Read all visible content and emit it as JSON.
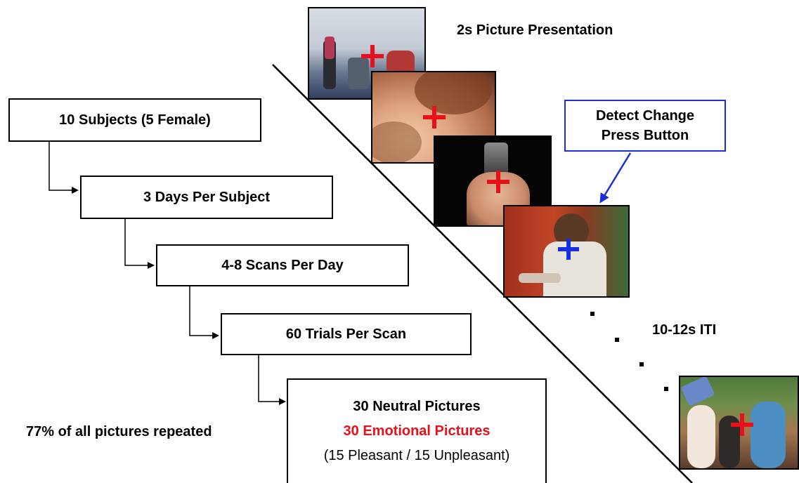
{
  "hierarchy": {
    "subjects": "10 Subjects (5 Female)",
    "days": "3 Days Per Subject",
    "scans": "4-8 Scans Per Day",
    "trials": "60 Trials Per Scan",
    "neutral": "30 Neutral Pictures",
    "emotional": "30 Emotional Pictures",
    "split": "(15 Pleasant / 15 Unpleasant)"
  },
  "repeated_note": "77% of all pictures repeated",
  "timeline": {
    "presentation_label": "2s Picture Presentation",
    "task_line1": "Detect Change",
    "task_line2": "Press Button",
    "iti_label": "10-12s ITI"
  },
  "pictures": [
    {
      "name": "office-meeting",
      "cross_color": "#e8101a"
    },
    {
      "name": "couple-sleeping",
      "cross_color": "#e8101a"
    },
    {
      "name": "gun-pointed",
      "cross_color": "#e8101a"
    },
    {
      "name": "assault-scene",
      "cross_color": "#1530e0"
    },
    {
      "name": "crowd-party",
      "cross_color": "#e8101a"
    }
  ],
  "colors": {
    "emotional_text": "#e8101a",
    "task_box_border": "#1a2fd6",
    "target_cross": "#1530e0",
    "standard_cross": "#e8101a"
  }
}
